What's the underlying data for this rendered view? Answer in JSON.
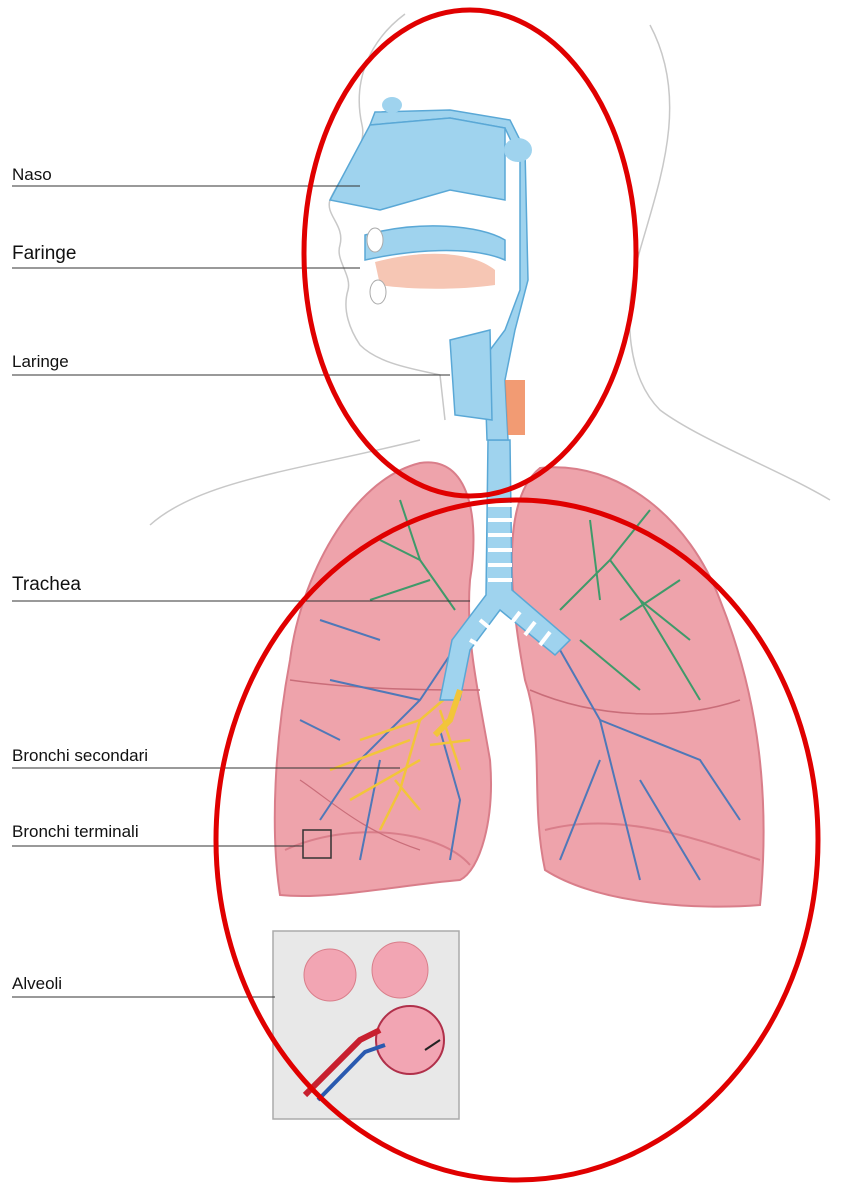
{
  "labels": {
    "naso": "Naso",
    "faringe": "Faringe",
    "laringe": "Laringe",
    "trachea": "Trachea",
    "bronchi_secondari": "Bronchi secondari",
    "bronchi_terminali": "Bronchi terminali",
    "alveoli": "Alveoli"
  },
  "colors": {
    "airway": "#9fd3ee",
    "airway_stroke": "#5aa8d6",
    "lung": "#eea3ab",
    "lung_dark": "#d97e8a",
    "vessel_blue": "#4f78b8",
    "vessel_green": "#3f9a6a",
    "bronchi_yellow": "#f2c53a",
    "highlight_circle": "#e00000",
    "cartilage": "#ffffff"
  }
}
